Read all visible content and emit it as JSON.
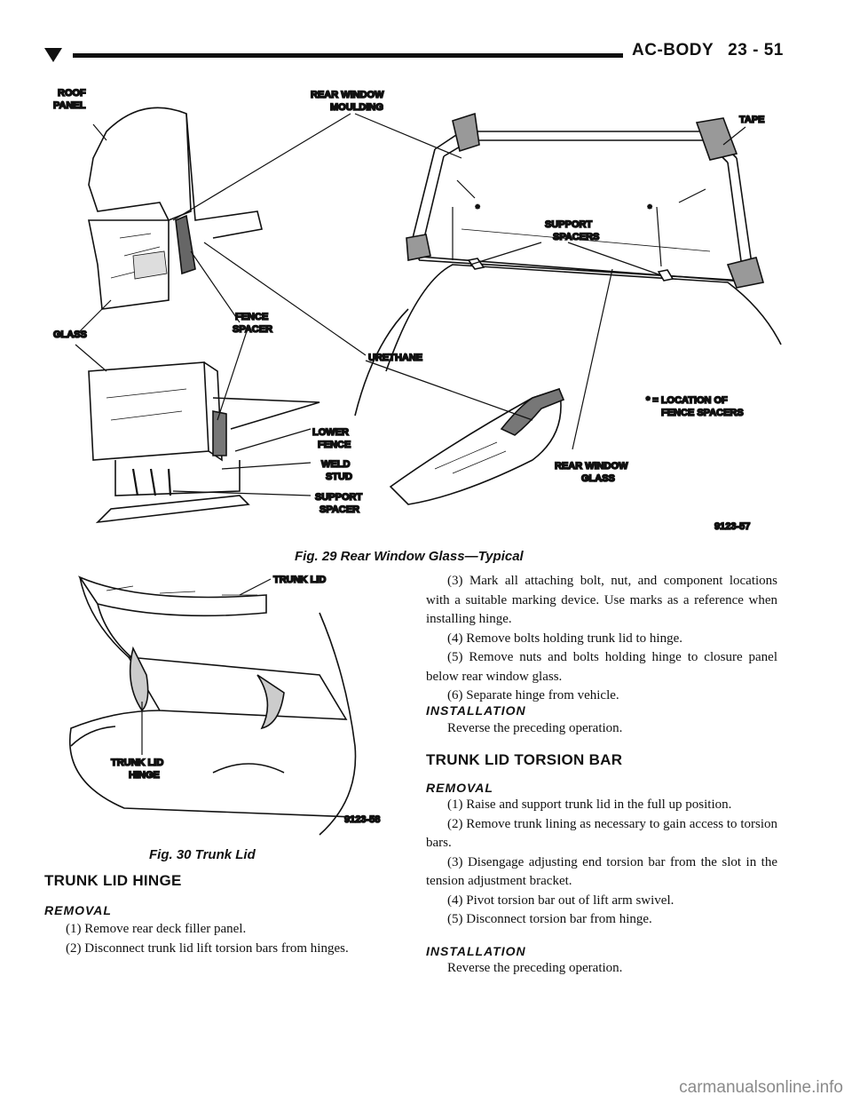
{
  "header": {
    "section": "AC-BODY",
    "page": "23 - 51"
  },
  "figure29": {
    "labels": {
      "roof_panel_1": "ROOF",
      "roof_panel_2": "PANEL",
      "rear_window_moulding_1": "REAR WINDOW",
      "rear_window_moulding_2": "MOULDING",
      "tape": "TAPE",
      "support_spacers_1": "SUPPORT",
      "support_spacers_2": "SPACERS",
      "glass": "GLASS",
      "fence_spacer_1": "FENCE",
      "fence_spacer_2": "SPACER",
      "urethane": "URETHANE",
      "location_1": "* = LOCATION OF",
      "location_2": "FENCE SPACERS",
      "lower_fence_1": "LOWER",
      "lower_fence_2": "FENCE",
      "weld_stud_1": "WELD",
      "weld_stud_2": "STUD",
      "support_spacer_1": "SUPPORT",
      "support_spacer_2": "SPACER",
      "rear_window_glass_1": "REAR WINDOW",
      "rear_window_glass_2": "GLASS",
      "asterisk": "*",
      "code": "9123-57"
    },
    "caption": "Fig. 29 Rear Window Glass—Typical"
  },
  "figure30": {
    "labels": {
      "trunk_lid": "TRUNK LID",
      "hinge_1": "TRUNK LID",
      "hinge_2": "HINGE",
      "code": "9123-58"
    },
    "caption": "Fig. 30 Trunk Lid"
  },
  "left_column": {
    "heading": "TRUNK LID HINGE",
    "subheading": "REMOVAL",
    "steps": [
      "(1) Remove rear deck filler panel.",
      "(2) Disconnect trunk lid lift torsion bars from hinges."
    ]
  },
  "right_column": {
    "steps_a": [
      "(3) Mark all attaching bolt, nut, and component locations with a suitable marking device. Use marks as a reference when installing hinge.",
      "(4) Remove bolts holding trunk lid to hinge.",
      "(5) Remove nuts and bolts holding hinge to closure panel below rear window glass.",
      "(6) Separate hinge from vehicle."
    ],
    "installation_1": "INSTALLATION",
    "installation_1_text": "Reverse the preceding operation.",
    "heading2": "TRUNK LID TORSION BAR",
    "removal_2": "REMOVAL",
    "steps_b": [
      "(1) Raise and support trunk lid in the full up position.",
      "(2) Remove trunk lining as necessary to gain access to torsion bars.",
      "(3) Disengage adjusting end torsion bar from the slot in the tension adjustment bracket.",
      "(4) Pivot torsion bar out of lift arm swivel.",
      "(5) Disconnect torsion bar from hinge."
    ],
    "installation_2": "INSTALLATION",
    "installation_2_text": "Reverse the preceding operation."
  },
  "footer": {
    "watermark": "carmanualsonline.info"
  }
}
